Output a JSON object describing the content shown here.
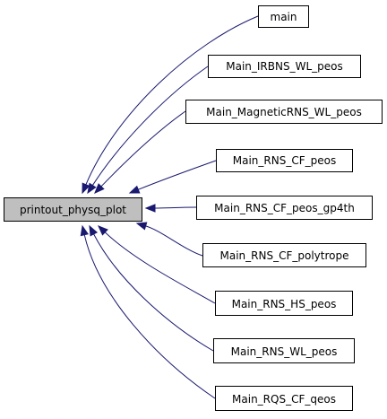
{
  "graph": {
    "colors": {
      "edge": "#191970",
      "current_node_fill": "#bfbfbf",
      "node_fill": "#ffffff",
      "node_border": "#000000"
    },
    "root": {
      "label": "printout_physq_plot"
    },
    "callers": [
      {
        "label": "main"
      },
      {
        "label": "Main_IRBNS_WL_peos"
      },
      {
        "label": "Main_MagneticRNS_WL_peos"
      },
      {
        "label": "Main_RNS_CF_peos"
      },
      {
        "label": "Main_RNS_CF_peos_gp4th"
      },
      {
        "label": "Main_RNS_CF_polytrope"
      },
      {
        "label": "Main_RNS_HS_peos"
      },
      {
        "label": "Main_RNS_WL_peos"
      },
      {
        "label": "Main_RQS_CF_qeos"
      }
    ]
  }
}
